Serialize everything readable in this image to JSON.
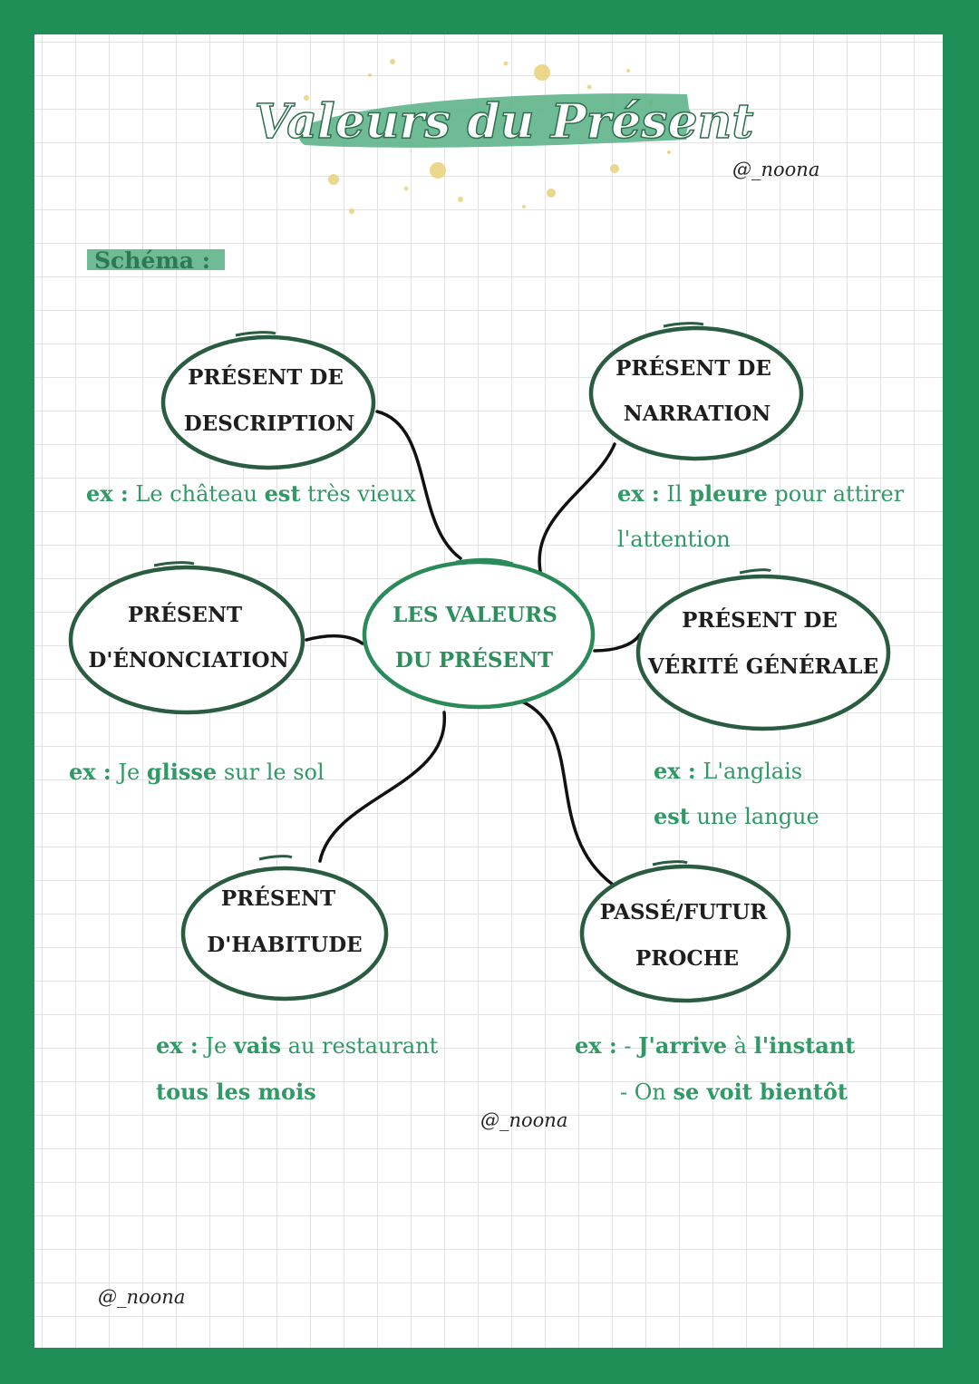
{
  "title": "Valeurs du Présent",
  "signatures": [
    "@_noona",
    "@_noona",
    "@_noona"
  ],
  "section_label": "Schéma :",
  "colors": {
    "frame": "#1f8f57",
    "title_brush": "#5fb48a",
    "accent": "#2f9a66",
    "node_outline": "#2a5c41",
    "splatter": "#e8d27a"
  },
  "center": {
    "lines": [
      "LES VALEURS",
      "DU PRÉSENT"
    ]
  },
  "nodes": [
    {
      "id": "description",
      "lines": [
        "PRÉSENT DE",
        "DESCRIPTION"
      ]
    },
    {
      "id": "narration",
      "lines": [
        "PRÉSENT DE",
        "NARRATION"
      ]
    },
    {
      "id": "enonciation",
      "lines": [
        "PRÉSENT",
        "D'ÉNONCIATION"
      ]
    },
    {
      "id": "verite-generale",
      "lines": [
        "PRÉSENT DE",
        "VÉRITÉ GÉNÉRALE"
      ]
    },
    {
      "id": "habitude",
      "lines": [
        "PRÉSENT",
        "D'HABITUDE"
      ]
    },
    {
      "id": "passe-futur-proche",
      "lines": [
        "PASSÉ/FUTUR",
        "PROCHE"
      ]
    }
  ],
  "examples": [
    {
      "node": "description",
      "lines": [
        [
          {
            "t": "ex :",
            "b": true
          },
          {
            "t": " Le château ",
            "b": false
          },
          {
            "t": "est",
            "b": true
          },
          {
            "t": " très vieux",
            "b": false
          }
        ]
      ]
    },
    {
      "node": "narration",
      "lines": [
        [
          {
            "t": "ex :",
            "b": true
          },
          {
            "t": " Il ",
            "b": false
          },
          {
            "t": "pleure",
            "b": true
          },
          {
            "t": " pour attirer",
            "b": false
          }
        ],
        [
          {
            "t": "l'attention",
            "b": false
          }
        ]
      ]
    },
    {
      "node": "enonciation",
      "lines": [
        [
          {
            "t": "ex :",
            "b": true
          },
          {
            "t": " Je ",
            "b": false
          },
          {
            "t": "glisse",
            "b": true
          },
          {
            "t": " sur le sol",
            "b": false
          }
        ]
      ]
    },
    {
      "node": "verite-generale",
      "lines": [
        [
          {
            "t": "ex :",
            "b": true
          },
          {
            "t": " L'anglais",
            "b": false
          }
        ],
        [
          {
            "t": "est",
            "b": true
          },
          {
            "t": " une langue",
            "b": false
          }
        ]
      ]
    },
    {
      "node": "habitude",
      "lines": [
        [
          {
            "t": "ex :",
            "b": true
          },
          {
            "t": " Je ",
            "b": false
          },
          {
            "t": "vais",
            "b": true
          },
          {
            "t": " au restaurant",
            "b": false
          }
        ],
        [
          {
            "t": "tous les mois",
            "b": true
          }
        ]
      ]
    },
    {
      "node": "passe-futur-proche",
      "lines": [
        [
          {
            "t": "ex :",
            "b": true
          },
          {
            "t": " - ",
            "b": false
          },
          {
            "t": "J'arrive",
            "b": true
          },
          {
            "t": " à ",
            "b": false
          },
          {
            "t": "l'instant",
            "b": true
          }
        ],
        [
          {
            "t": "- On ",
            "b": false
          },
          {
            "t": "se voit bientôt",
            "b": true
          }
        ]
      ]
    }
  ]
}
